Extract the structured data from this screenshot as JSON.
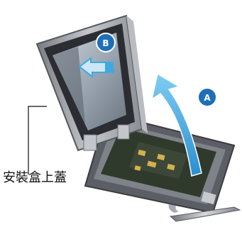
{
  "labels": {
    "a": "A",
    "b": "B",
    "caption": "安裝盒上蓋"
  },
  "colors": {
    "badge": "#1e6fb8",
    "arrow": "#3fa9e0",
    "metal": "#9a9da3",
    "frame_dark": "#2b2d33",
    "socket": "#2f3a2c",
    "plate_frame": "#8d8f94"
  }
}
